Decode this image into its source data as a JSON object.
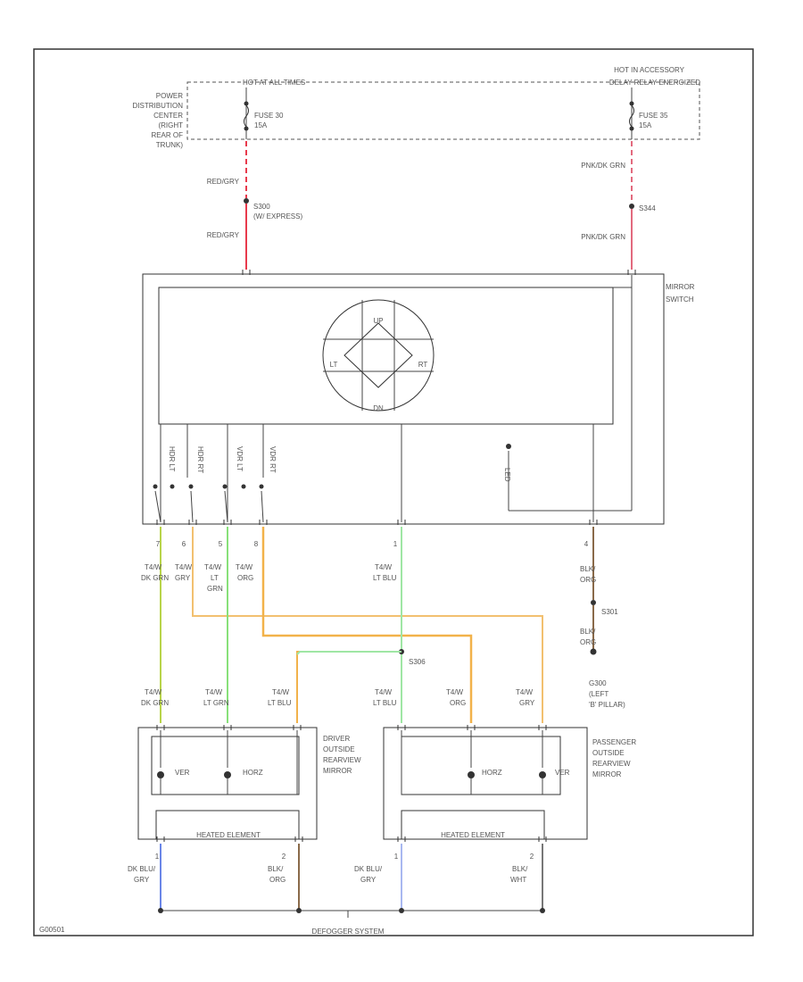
{
  "power": {
    "left_header": "HOT AT ALL TIMES",
    "right_header_line1": "HOT IN ACCESSORY",
    "right_header_line2": "DELAY RELAY ENERGIZED",
    "pdc_label": [
      "POWER",
      "DISTRIBUTION",
      "CENTER",
      "(RIGHT",
      "REAR OF",
      "TRUNK)"
    ],
    "fuse_left": [
      "FUSE 30",
      "15A"
    ],
    "fuse_right": [
      "FUSE 35",
      "15A"
    ]
  },
  "feed": {
    "left_wire_top": "RED/GRY",
    "left_splice": [
      "S300",
      "(W/ EXPRESS)"
    ],
    "left_wire_bottom": "RED/GRY",
    "right_wire_top": "PNK/DK GRN",
    "right_splice": "S344",
    "right_wire_bottom": "PNK/DK GRN"
  },
  "switch": {
    "label": [
      "MIRROR",
      "SWITCH"
    ],
    "dir_up": "UP",
    "dir_down": "DN",
    "dir_left": "LT",
    "dir_right": "RT",
    "contacts": [
      "HDR LT",
      "HDR RT",
      "VDR LT",
      "VDR RT"
    ],
    "lamp": "LED",
    "pins": [
      "7",
      "6",
      "5",
      "8",
      "1",
      "4"
    ]
  },
  "wires": {
    "w1": [
      "T4/W",
      "DK GRN"
    ],
    "w2": [
      "T4/W",
      "GRY"
    ],
    "w3": [
      "T4/W",
      "LT",
      "GRN"
    ],
    "w4": [
      "T4/W",
      "ORG"
    ],
    "w5": [
      "T4/W",
      "LT BLU"
    ],
    "w6": [
      "BLK/",
      "ORG"
    ],
    "ground_splice": "S301",
    "ground_wire": [
      "BLK/",
      "ORG"
    ],
    "ground_point": [
      "G300",
      "(LEFT",
      "'B' PILLAR)"
    ],
    "common_splice": "S306"
  },
  "mirror_wires": {
    "d1": [
      "T4/W",
      "DK GRN"
    ],
    "d2": [
      "T4/W",
      "LT GRN"
    ],
    "d3": [
      "T4/W",
      "LT BLU"
    ],
    "p1": [
      "T4/W",
      "LT BLU"
    ],
    "p2": [
      "T4/W",
      "ORG"
    ],
    "p3": [
      "T4/W",
      "GRY"
    ]
  },
  "mirrors": {
    "driver": [
      "DRIVER",
      "OUTSIDE",
      "REARVIEW",
      "MIRROR"
    ],
    "passenger": [
      "PASSENGER",
      "OUTSIDE",
      "REARVIEW",
      "MIRROR"
    ],
    "motor_vertical": "VER",
    "motor_horizontal": "HORZ",
    "heated_element": "HEATED ELEMENT",
    "heater_pins": [
      "1",
      "2"
    ]
  },
  "defogger": {
    "left_wire_1": [
      "DK BLU/",
      "GRY"
    ],
    "left_wire_2": [
      "BLK/",
      "ORG"
    ],
    "right_wire_1": [
      "DK BLU/",
      "GRY"
    ],
    "right_wire_2": [
      "BLK/",
      "WHT"
    ],
    "system": "DEFOGGER SYSTEM"
  },
  "footer": {
    "code": "G00501"
  },
  "colors": {
    "red_gry": "#e83a4c",
    "pnk_dkgrn": "#e26a7e",
    "dk_grn": "#b8d44a",
    "lt_grn": "#88e07a",
    "orange": "#f2b24a",
    "lt_blu": "#9fe6a4",
    "blk_org": "#8a6a4a",
    "dk_blu": "#6a86e8"
  }
}
